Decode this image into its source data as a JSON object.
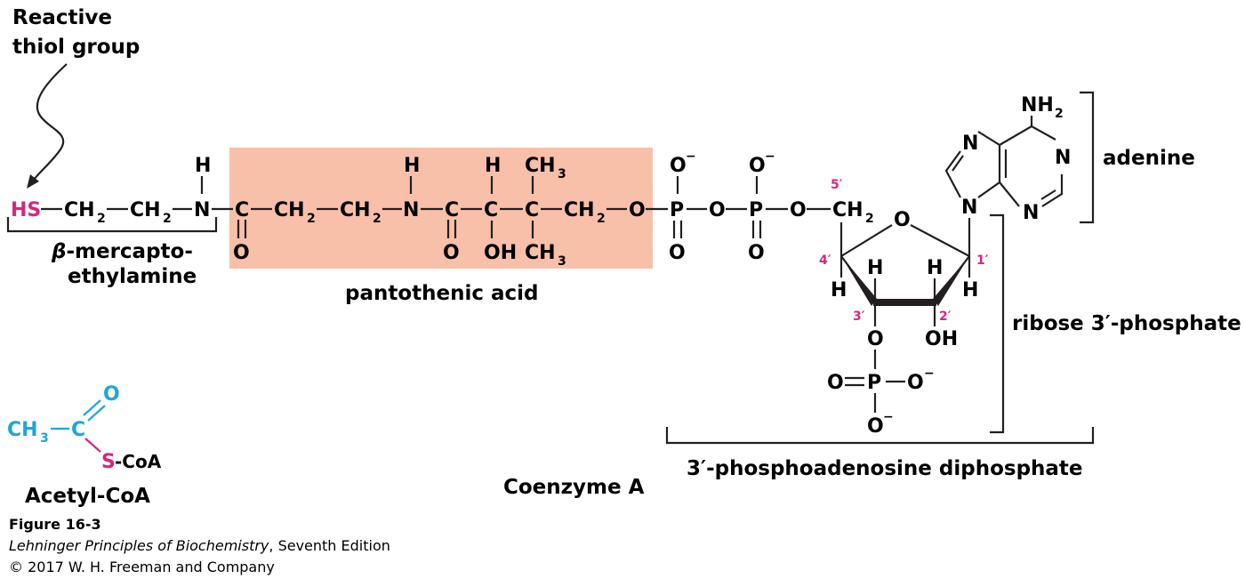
{
  "labels": {
    "reactive_thiol_line1": "Reactive",
    "reactive_thiol_line2": "thiol group",
    "beta_prefix": "β",
    "mercapto_line1": "-mercapto-",
    "mercapto_line2": "ethylamine",
    "pantothenic_acid": "pantothenic acid",
    "adenine": "adenine",
    "ribose_phosphate": "ribose 3′-phosphate",
    "phosphoadenosine": "3′-phosphoadenosine diphosphate",
    "coenzyme_a": "Coenzyme A",
    "acetyl_coa": "Acetyl-CoA"
  },
  "atoms": {
    "hs": "HS",
    "h": "H",
    "n": "N",
    "c": "C",
    "o": "O",
    "oh": "OH",
    "p": "P",
    "ch": "CH",
    "ch3": "CH",
    "sub2": "2",
    "sub3": "3",
    "neg": "−",
    "nh": "NH",
    "s_coa_s": "S",
    "s_coa_rest": "-CoA"
  },
  "ribose_numbers": {
    "one": "1′",
    "two": "2′",
    "three": "3′",
    "four": "4′",
    "five": "5′"
  },
  "caption": {
    "figure": "Figure 16-3",
    "book": "Lehninger Principles of Biochemistry",
    "edition": ", Seventh Edition",
    "copyright": "© 2017 W. H. Freeman and Company"
  },
  "colors": {
    "thiol": "#d7267f",
    "acetyl": "#1fa6d9",
    "pantothenic_box": "#f8bfa9",
    "ink": "#231f20"
  }
}
